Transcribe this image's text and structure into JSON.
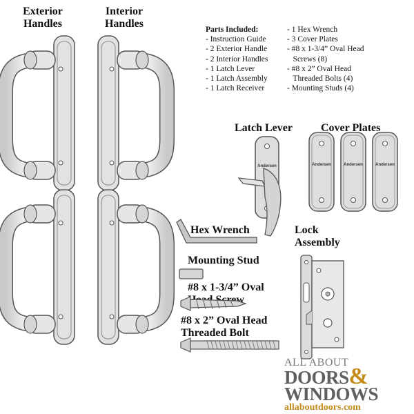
{
  "labels": {
    "exterior_handles_1": "Exterior",
    "exterior_handles_2": "Handles",
    "interior_handles_1": "Interior",
    "interior_handles_2": "Handles",
    "latch_lever": "Latch Lever",
    "cover_plates": "Cover Plates",
    "hex_wrench": "Hex Wrench",
    "lock_assembly_1": "Lock",
    "lock_assembly_2": "Assembly",
    "mounting_stud": "Mounting Stud",
    "oval_head_screw_1": "#8 x 1-3/4” Oval",
    "oval_head_screw_2": "Head Screw",
    "threaded_bolt_1": "#8 x 2” Oval Head",
    "threaded_bolt_2": "Threaded Bolt"
  },
  "parts_included": {
    "title": "Parts Included:",
    "column1": [
      "- Instruction Guide",
      "- 2 Exterior Handle",
      "- 2 Interior Handles",
      "- 1 Latch Lever",
      "- 1 Latch Assembly",
      "- 1 Latch Receiver"
    ],
    "column2": [
      "- 1 Hex Wrench",
      "- 3 Cover Plates",
      "- #8 x 1-3/4” Oval Head",
      "   Screws (8)",
      "- #8 x 2” Oval Head",
      "   Threaded Bolts (4)",
      "- Mounting Studs (4)"
    ]
  },
  "plate_text": "Andersen",
  "logo": {
    "line1": "ALL ABOUT",
    "doors": "DOORS",
    "amp": "&",
    "windows": "WINDOWS",
    "url": "allaboutdoors.com"
  },
  "colors": {
    "part_fill": "#d9d9d9",
    "part_stroke": "#555555",
    "logo_gray": "#5f5f5f",
    "logo_gold": "#c48b1b"
  }
}
